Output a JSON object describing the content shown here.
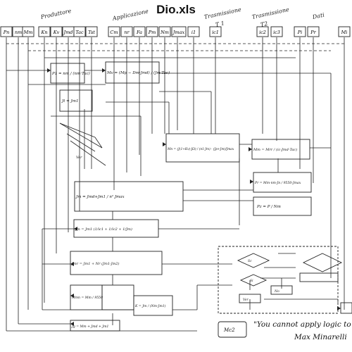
{
  "header": {
    "title": "Dio.xls"
  },
  "groups": {
    "producer": "Produttore",
    "application": "Applicazione",
    "trans_t1": "Trasmissione",
    "trans_t1_sub": "T 1",
    "trans_t2": "Trasmissione",
    "trans_t2_sub": "T2",
    "dati": "Dati"
  },
  "inputs": [
    "Pn",
    "nm",
    "Mm",
    "Kn",
    "Kv",
    "Jmd",
    "Tac",
    "Tst",
    "Cm",
    "nr",
    "Fa",
    "Pm",
    "Nm",
    "Jmax",
    "i1",
    "ic1",
    "ic2",
    "ic3",
    "Pi",
    "Pr",
    "Mi"
  ],
  "formulas": {
    "f1": "P1 = nm / (nm·Tac)",
    "f2": "Mv = (Mp − Dm·Jmd) / (Jm·Tac)",
    "f3": "Mn = (J(1+Kv)·JΩ) / (n1·Jm) · (Jp+Jm)/Jmax",
    "f4": "Mm = Mrr / (ic·Jmd·Tac)",
    "f5": "Jm = Jmd+Jm1 / n² Jmax",
    "f6": "Pr = Mm·nm·Jn / 9550·Jmax",
    "f7": "Pz = P / Nm",
    "f8": "Jm = Jm1 (1/ic1 + 1/ic2 + 1/Jm)",
    "f9": "Jmr = Jm1 + Nr (Jm1·Jm2)",
    "f10": "Mmn = Mm / 9550",
    "f11": "K = Jm / (Nm·Jm1)",
    "f12": "Jg = Mm + Jmd + Jm1",
    "f13": "Jt = Jm1",
    "f14": "Mc2",
    "d_sc": "Sc",
    "d_si": "Si",
    "d_no": "No",
    "d_ver": "Ver",
    "ver": "Ver"
  },
  "quote": "\"You cannot apply logic to a",
  "author": "Max Minarelli"
}
